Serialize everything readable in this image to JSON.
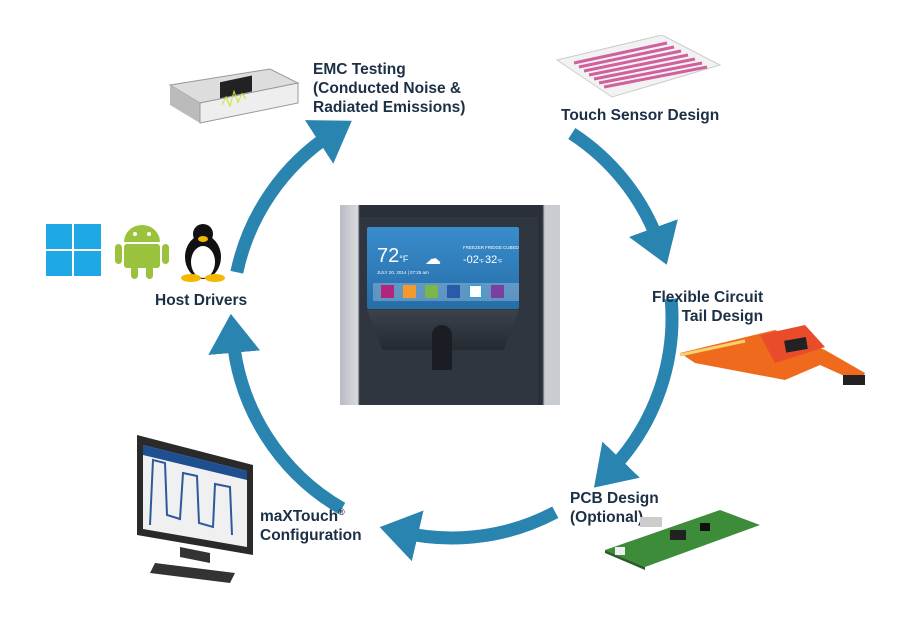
{
  "labels": {
    "emc": [
      "EMC Testing",
      "(Conducted Noise &",
      "Radiated Emissions)"
    ],
    "touch_sensor": "Touch Sensor Design",
    "flex": [
      "Flexible Circuit",
      "Tail Design"
    ],
    "pcb": [
      "PCB Design",
      "(Optional)"
    ],
    "maxtouch": [
      "maXTouch",
      "®",
      "Configuration"
    ],
    "host": "Host Drivers"
  },
  "screen": {
    "temp": "72",
    "temp_unit": "°F",
    "date": "JULY 20, 2014 | 07:25 am",
    "freezer_label": "FREEZER",
    "freezer_value": "-02",
    "fridge_label": "FRIDGE",
    "fridge_value": "32",
    "cubed_label": "CUBED",
    "unit": "°F",
    "apps": [
      "search-icon",
      "calendar-icon",
      "evernote-icon",
      "facebook-icon",
      "twitter-icon",
      "gear-icon"
    ]
  },
  "os_icons": [
    "windows-icon",
    "android-icon",
    "linux-tux-icon"
  ],
  "colors": {
    "arrow": "#2a84b0",
    "text": "#1b2f45",
    "screen": "#2f80b8"
  }
}
